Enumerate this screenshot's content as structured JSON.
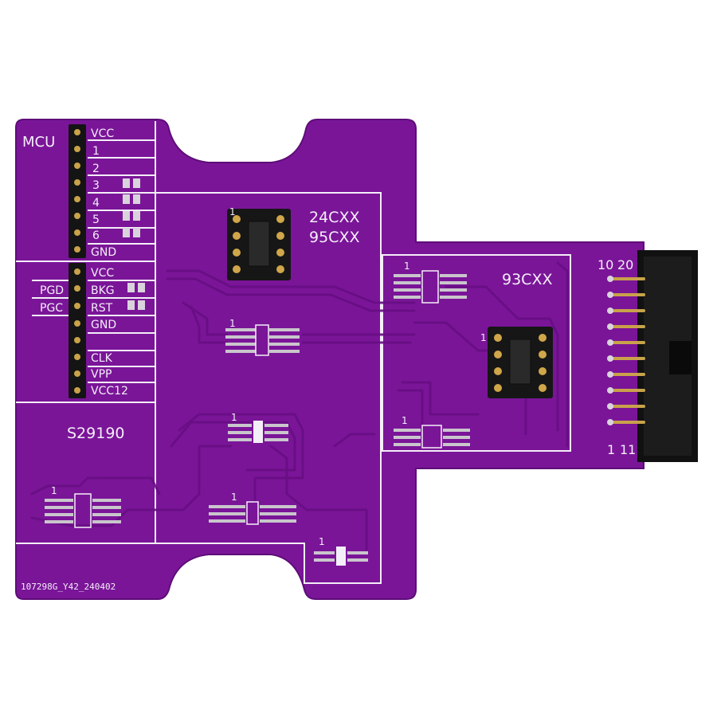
{
  "colors": {
    "background": "#ffffff",
    "pcb": "#7a1598",
    "pcb_edge": "#5e0d78",
    "silkscreen": "#f4eef8",
    "trace": "#6a0f86",
    "pad_gold": "#c9a24a",
    "header_black": "#1a1a1a",
    "ic_body": "#111111"
  },
  "mcu_section": {
    "title": "MCU",
    "pins": [
      "VCC",
      "1",
      "2",
      "3",
      "4",
      "5",
      "6",
      "GND"
    ]
  },
  "prog_section": {
    "side_labels": [
      "PGD",
      "PGC"
    ],
    "pins": [
      "VCC",
      "BKG",
      "RST",
      "GND",
      "",
      "CLK",
      "VPP",
      "VCC12"
    ]
  },
  "chip_label": "S29190",
  "eeprom_24": {
    "line1": "24CXX",
    "line2": "95CXX"
  },
  "eeprom_93": {
    "label": "93CXX"
  },
  "connector": {
    "top_label": "10",
    "top_label2": "20",
    "bottom_label": "1",
    "bottom_label2": "11"
  },
  "pin1_marker": "1",
  "serial": "107298G_Y42_240402",
  "icons": {
    "dip_socket": "dip8-socket-icon",
    "soic": "soic8-footprint-icon",
    "header": "pin-header-icon",
    "connector": "idc-connector-icon"
  }
}
